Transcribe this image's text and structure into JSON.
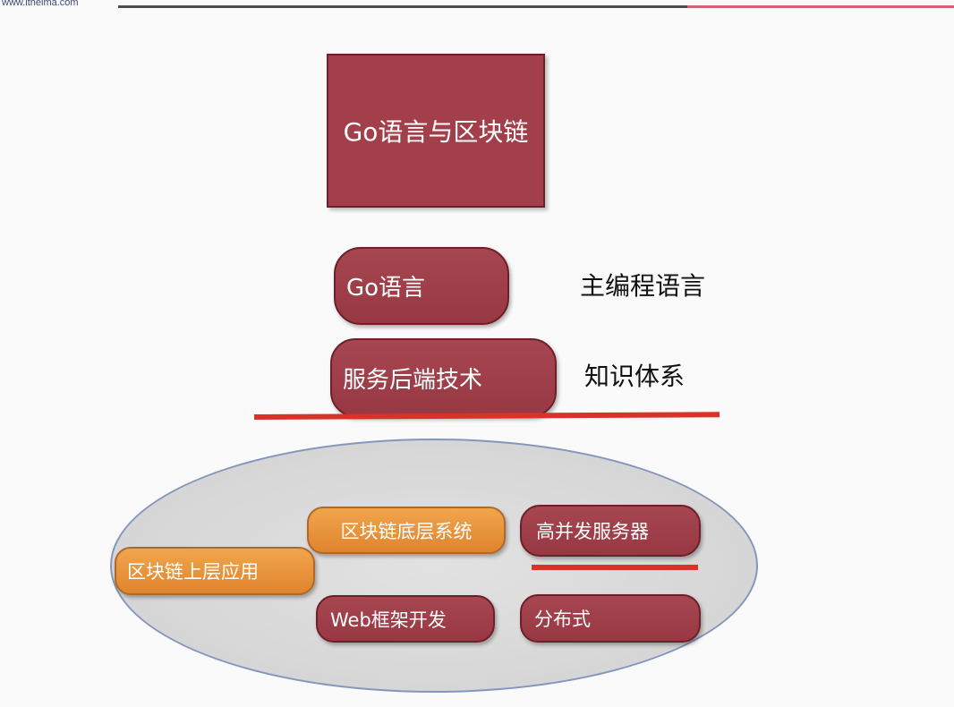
{
  "header": {
    "url": "www.itheima.com"
  },
  "diagram": {
    "title": "Go语言与区块链",
    "layers": [
      {
        "label": "Go语言",
        "side_label": "主编程语言"
      },
      {
        "label": "服务后端技术",
        "side_label": "知识体系"
      }
    ],
    "cluster": {
      "items": {
        "chain_base": "区块链底层系统",
        "chain_app": "区块链上层应用",
        "concurrency": "高并发服务器",
        "web": "Web框架开发",
        "distributed": "分布式"
      }
    }
  },
  "colors": {
    "box_red": "#a23f4a",
    "pill_orange": "#e8953c",
    "underline_red": "#d93328",
    "ellipse_fill": "#d6d6d6",
    "ellipse_border": "#8596bd"
  }
}
